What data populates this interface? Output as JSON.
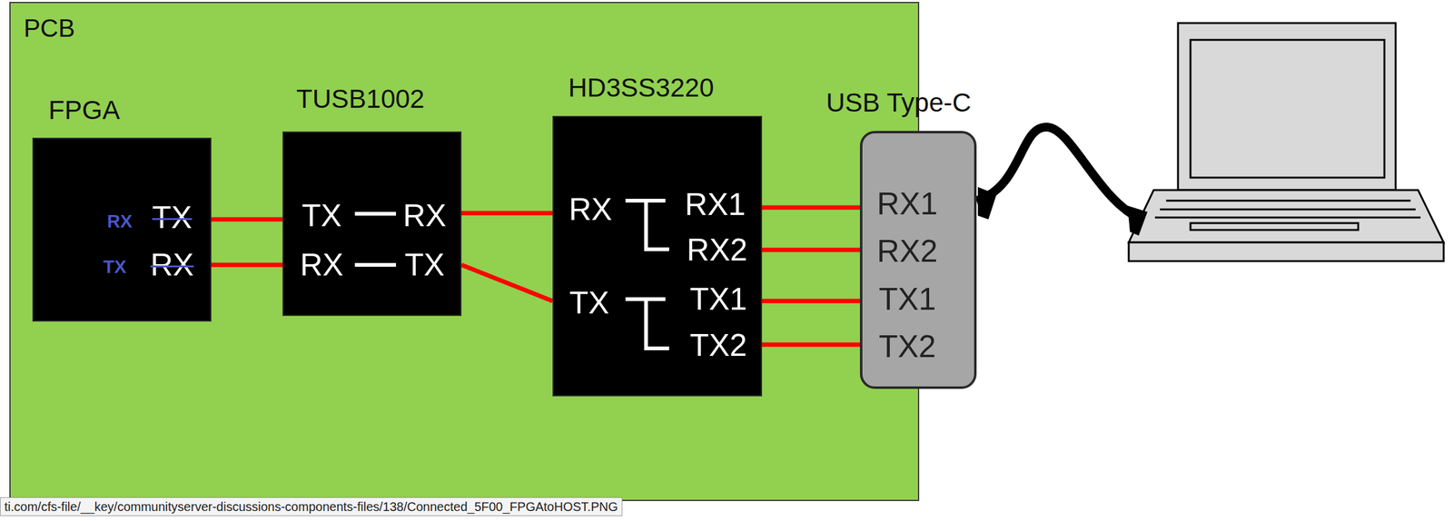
{
  "diagram": {
    "nodes": [
      {
        "text": [
          "PCB"
        ]
      },
      {
        "text": [
          "FPGA",
          "RX",
          "TX",
          "TX",
          "RX"
        ],
        "in": 0
      },
      {
        "text": [
          "TUSB1002",
          "TX",
          "RX",
          "RX",
          "TX"
        ],
        "in": 0
      },
      {
        "text": [
          "HD3SS3220",
          "RX",
          "RX1",
          "RX2",
          "TX",
          "TX1",
          "TX2"
        ],
        "in": 0
      },
      {
        "text": [
          "USB Type-C",
          "RX1",
          "RX2",
          "TX1",
          "TX2"
        ],
        "in": 0
      }
    ],
    "edges": [
      {
        "from": 1,
        "to": 2,
        "arrow": "none"
      },
      {
        "from": 1,
        "to": 2,
        "arrow": "none"
      },
      {
        "from": 2,
        "to": 3,
        "arrow": "none"
      },
      {
        "from": 2,
        "to": 3,
        "arrow": "none"
      },
      {
        "from": 3,
        "to": 4,
        "arrow": "none"
      },
      {
        "from": 3,
        "to": 4,
        "arrow": "none"
      },
      {
        "from": 3,
        "to": 4,
        "arrow": "none"
      },
      {
        "from": 3,
        "to": 4,
        "arrow": "none"
      }
    ],
    "labels": [
      "ti.com/cfs-file/__key/communityserver-discussions-components-files/138/Connected_5F00_FPGAtoHOST.PNG"
    ]
  }
}
